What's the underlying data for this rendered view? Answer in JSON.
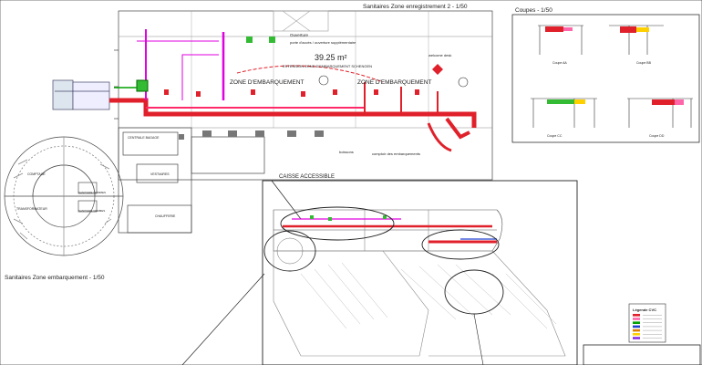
{
  "titles": {
    "sanitaires_zone_enregistrement": "Sanitaires Zone enregistrement 2 - 1/50",
    "coupes": "Coupes - 1/50",
    "sanitaires_zone_embarquement": "Sanitaires Zone embarquement - 1/50"
  },
  "floor_labels": {
    "zone_embarquement_left": "ZONE D'EMBARQUEMENT",
    "zone_embarquement_right": "ZONE D'EMBARQUEMENT",
    "area": "39.25 m²",
    "caisse_accessible": "CAISSE ACCESSIBLE",
    "extension_zone": "EXTENSION ZONE D'EMBARQUEMENT SCHENGEN",
    "ouverture": "Ouverture",
    "ouverture_supplementaire": "porte d'accès / ouverture supplémentaire",
    "welcome_desk": "welcome desk",
    "comptoir": "comptoir des embarquements",
    "boissons": "boissons",
    "centrale_bagage": "CENTRALE BAGAGE",
    "vestiaires": "VESTIAIRES",
    "chaufferie": "CHAUFFERIE",
    "comptage": "COMPTAGE",
    "transformateur": "TRANSFORMATEUR",
    "sanitaire_hommes": "SANITAIRE HOMMES",
    "sanitaire_femmes": "SANITAIRE FEMMES"
  },
  "sections": {
    "coupe_aa": "Coupe AA",
    "coupe_bb": "Coupe BB",
    "coupe_cc": "Coupe CC",
    "coupe_dd": "Coupe DD"
  },
  "legend": {
    "title": "Légende CVC",
    "items": [
      {
        "color": "#e0202a"
      },
      {
        "color": "#ff66aa"
      },
      {
        "color": "#00a000"
      },
      {
        "color": "#2040d0"
      },
      {
        "color": "#e08000"
      },
      {
        "color": "#ffd000"
      },
      {
        "color": "#8a2be2"
      }
    ]
  },
  "colors": {
    "supply_duct": "#e0202a",
    "extract_duct": "#e000e0",
    "fresh_air": "#00a000",
    "linework": "#444444"
  }
}
